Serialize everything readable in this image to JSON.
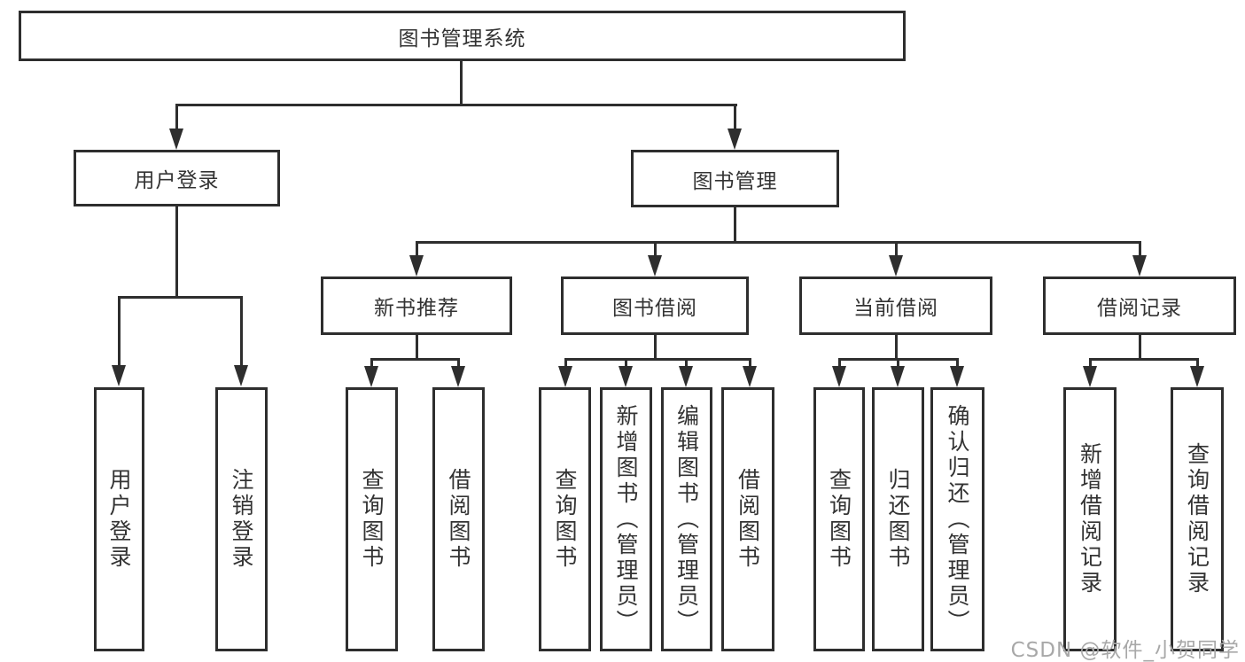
{
  "diagram": {
    "title": "图书管理系统",
    "branches": [
      {
        "label": "用户登录",
        "children": [
          "用户登录",
          "注销登录"
        ]
      },
      {
        "label": "图书管理",
        "sections": [
          {
            "label": "新书推荐",
            "children": [
              "查询图书",
              "借阅图书"
            ]
          },
          {
            "label": "图书借阅",
            "children": [
              "查询图书",
              "新增图书（管理员）",
              "编辑图书（管理员）",
              "借阅图书"
            ]
          },
          {
            "label": "当前借阅",
            "children": [
              "查询图书",
              "归还图书",
              "确认归还（管理员）"
            ]
          },
          {
            "label": "借阅记录",
            "children": [
              "新增借阅记录",
              "查询借阅记录"
            ]
          }
        ]
      }
    ],
    "watermark": "CSDN @软件_小贺同学",
    "colors": {
      "line": "#2e2e2e",
      "box_border": "#2e2e2e",
      "text": "#333333",
      "background": "#ffffff",
      "watermark": "#a8a8a8"
    }
  }
}
